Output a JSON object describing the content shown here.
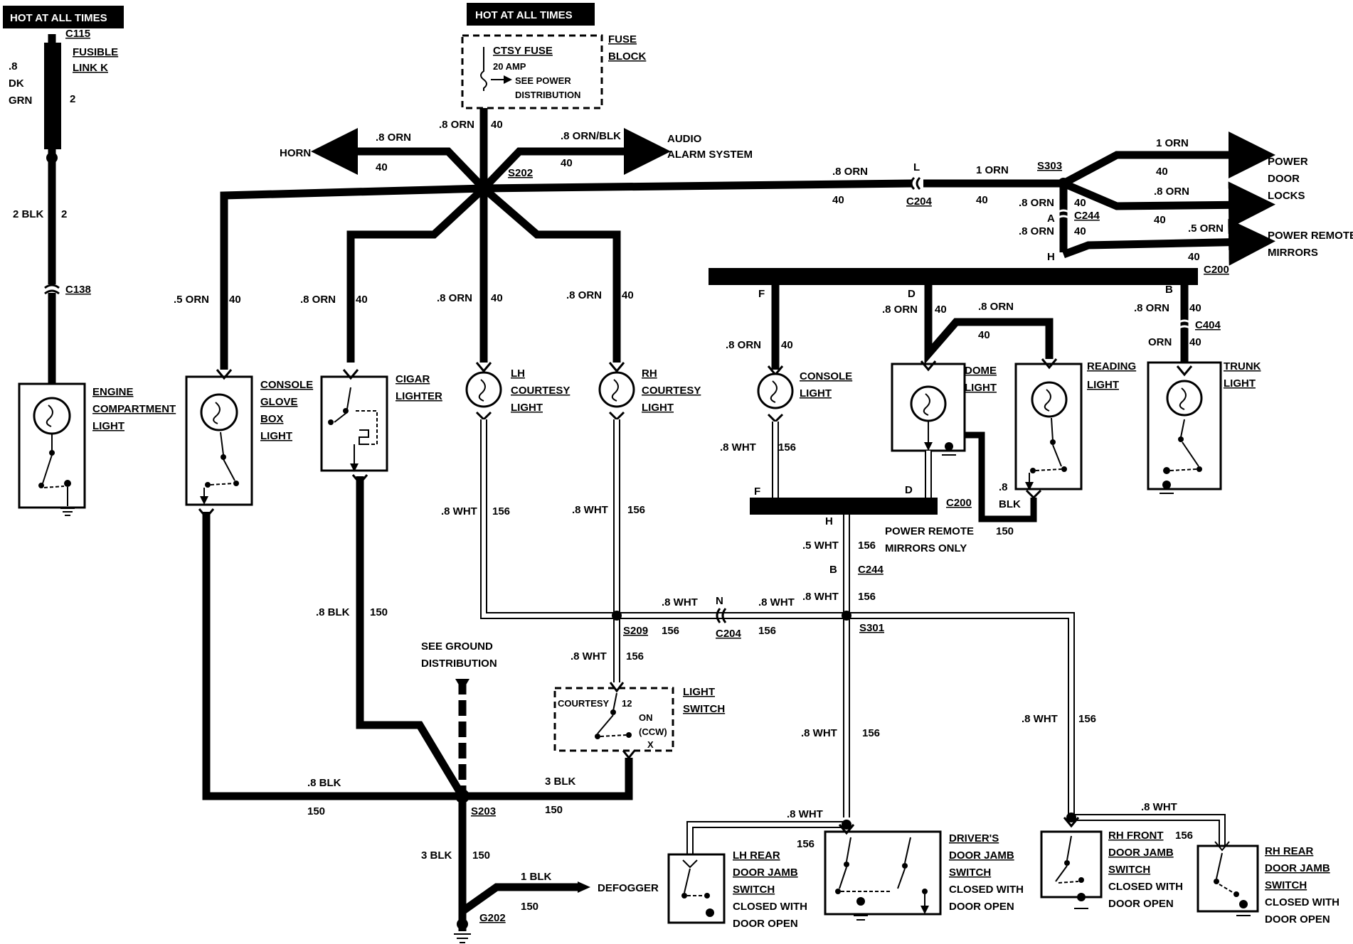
{
  "hot_labels": [
    "HOT AT ALL TIMES",
    "HOT AT ALL TIMES"
  ],
  "fuse": {
    "connector": "C115",
    "fusible_link": [
      "FUSIBLE",
      "LINK K"
    ],
    "wire_left": [
      ".8",
      "DK",
      "GRN"
    ],
    "circuit_left": "2",
    "block_label": [
      "FUSE",
      "BLOCK"
    ],
    "ctsy_fuse": "CTSY FUSE",
    "amp": "20 AMP",
    "see_power": [
      "SEE POWER",
      "DISTRIBUTION"
    ],
    "wire_out": ".8 ORN",
    "circuit_out": "40"
  },
  "left_branch": {
    "wire": "2 BLK",
    "circuit": "2",
    "connector": "C138"
  },
  "splices": {
    "s202": "S202",
    "s303": "S303",
    "s209": "S209",
    "s301": "S301",
    "s203": "S203",
    "g202": "G202"
  },
  "horn": {
    "label": "HORN",
    "wire": ".8 ORN",
    "circuit": "40"
  },
  "audio": {
    "label": [
      "AUDIO",
      "ALARM SYSTEM"
    ],
    "wire": ".8 ORN/BLK",
    "circuit": "40"
  },
  "main_feed": {
    "wire": ".8 ORN",
    "circuit": "40",
    "connector": "C204",
    "pin": "L",
    "wire2": "1 ORN",
    "circuit2": "40"
  },
  "power_door_locks": {
    "label": [
      "POWER",
      "DOOR",
      "LOCKS"
    ],
    "wire1": "1 ORN",
    "circuit1": "40",
    "wire2": ".8 ORN",
    "circuit2": "40"
  },
  "c244": {
    "connector": "C244",
    "pin_a": "A",
    "pin_h": "H",
    "pin_b": "B",
    "wire_a": ".8 ORN",
    "wire_h": ".8 ORN",
    "circuit": "40"
  },
  "power_remote_mirrors": {
    "label": [
      "POWER REMOTE",
      "MIRRORS"
    ],
    "wire": ".5 ORN",
    "circuit": "40",
    "only_note": [
      "POWER REMOTE",
      "MIRRORS ONLY"
    ]
  },
  "c200": {
    "connector": "C200",
    "pin_f": "F",
    "pin_d": "D",
    "pin_b": "B",
    "pin_h": "H"
  },
  "c404": {
    "connector": "C404",
    "wire": "ORN",
    "circuit": "40"
  },
  "lamps": {
    "engine": [
      "ENGINE",
      "COMPARTMENT",
      "LIGHT"
    ],
    "glove": [
      "CONSOLE",
      "GLOVE",
      "BOX",
      "LIGHT"
    ],
    "cigar": [
      "CIGAR",
      "LIGHTER"
    ],
    "lh_courtesy": [
      "LH",
      "COURTESY",
      "LIGHT"
    ],
    "rh_courtesy": [
      "RH",
      "COURTESY",
      "LIGHT"
    ],
    "console": [
      "CONSOLE",
      "LIGHT"
    ],
    "dome": [
      "DOME",
      "LIGHT"
    ],
    "reading": [
      "READING",
      "LIGHT"
    ],
    "trunk": [
      "TRUNK",
      "LIGHT"
    ]
  },
  "branch_wires": {
    "glove": ".5 ORN",
    "cigar": ".8 ORN",
    "lh": ".8 ORN",
    "rh": ".8 ORN",
    "console": ".8 ORN",
    "dome": ".8 ORN",
    "reading": ".8 ORN",
    "trunk": ".8 ORN",
    "circuit": "40"
  },
  "white_wires": {
    "w8": ".8 WHT",
    "w5": ".5 WHT",
    "circuit": "156",
    "pin_n": "N",
    "c204": "C204"
  },
  "black_wires": {
    "b8": ".8 BLK",
    "b8s": ".8  BLK",
    "b3": "3 BLK",
    "b1": "1 BLK",
    "circuit": "150",
    "b8_reading": [
      ".8",
      "BLK"
    ]
  },
  "ground": {
    "see": [
      "SEE GROUND",
      "DISTRIBUTION"
    ],
    "defogger": "DEFOGGER"
  },
  "light_switch": {
    "label": [
      "LIGHT",
      "SWITCH"
    ],
    "courtesy": "COURTESY",
    "pin": "12",
    "on": [
      "ON",
      "(CCW)",
      "X"
    ]
  },
  "door_switches": {
    "lh_rear": [
      "LH REAR",
      "DOOR JAMB",
      "SWITCH",
      "CLOSED WITH",
      "DOOR OPEN"
    ],
    "driver": [
      "DRIVER'S",
      "DOOR JAMB",
      "SWITCH",
      "CLOSED WITH",
      "DOOR OPEN"
    ],
    "rh_front": [
      "RH FRONT",
      "DOOR JAMB",
      "SWITCH",
      "CLOSED WITH",
      "DOOR OPEN"
    ],
    "rh_rear": [
      "RH REAR",
      "DOOR JAMB",
      "SWITCH",
      "CLOSED WITH",
      "DOOR OPEN"
    ]
  }
}
